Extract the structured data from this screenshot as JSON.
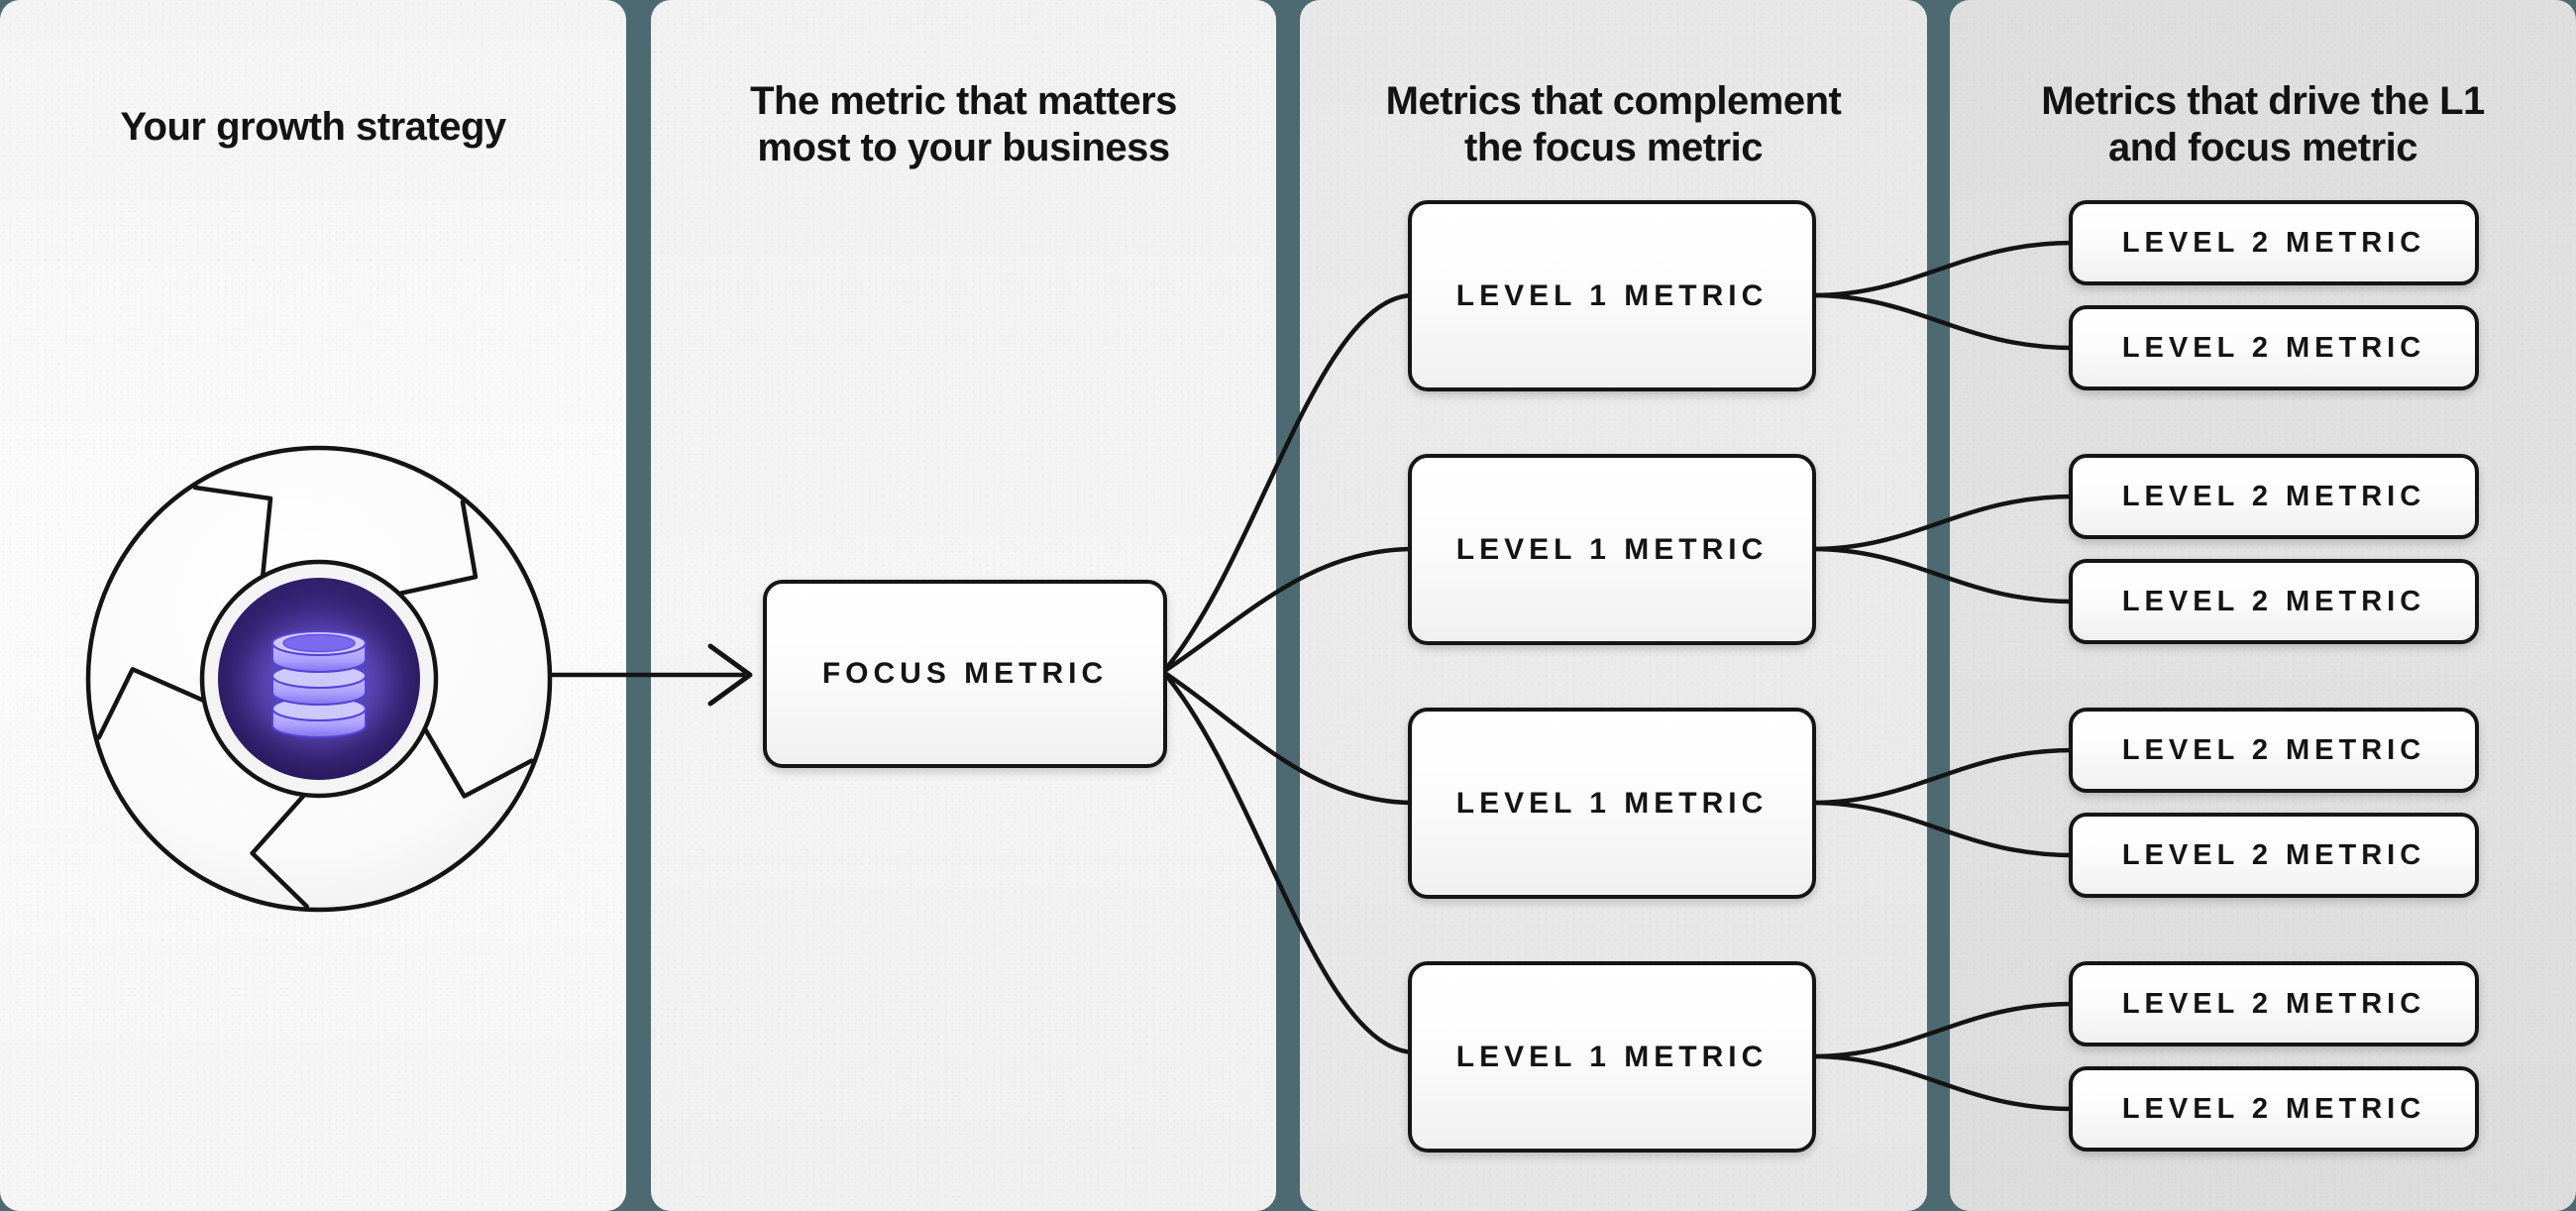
{
  "panels": [
    {
      "title_lines": [
        "Your growth strategy"
      ]
    },
    {
      "title_lines": [
        "The metric that matters",
        "most to your business"
      ]
    },
    {
      "title_lines": [
        "Metrics that complement",
        "the focus metric"
      ]
    },
    {
      "title_lines": [
        "Metrics that drive the L1",
        "and focus metric"
      ]
    }
  ],
  "focus_metric": {
    "label": "FOCUS METRIC"
  },
  "level1_metrics": [
    {
      "label": "LEVEL 1 METRIC"
    },
    {
      "label": "LEVEL 1 METRIC"
    },
    {
      "label": "LEVEL 1 METRIC"
    },
    {
      "label": "LEVEL 1 METRIC"
    }
  ],
  "level2_metrics": [
    {
      "label": "LEVEL 2 METRIC"
    },
    {
      "label": "LEVEL 2 METRIC"
    },
    {
      "label": "LEVEL 2 METRIC"
    },
    {
      "label": "LEVEL 2 METRIC"
    },
    {
      "label": "LEVEL 2 METRIC"
    },
    {
      "label": "LEVEL 2 METRIC"
    },
    {
      "label": "LEVEL 2 METRIC"
    },
    {
      "label": "LEVEL 2 METRIC"
    }
  ],
  "icon": {
    "name": "growth-flywheel-database-icon",
    "core_color": "#2a1a5e",
    "database_color": "#8373f2"
  },
  "colors": {
    "background": "#4d6a72",
    "line": "#141414",
    "text": "#131313",
    "node_border": "#151515"
  }
}
